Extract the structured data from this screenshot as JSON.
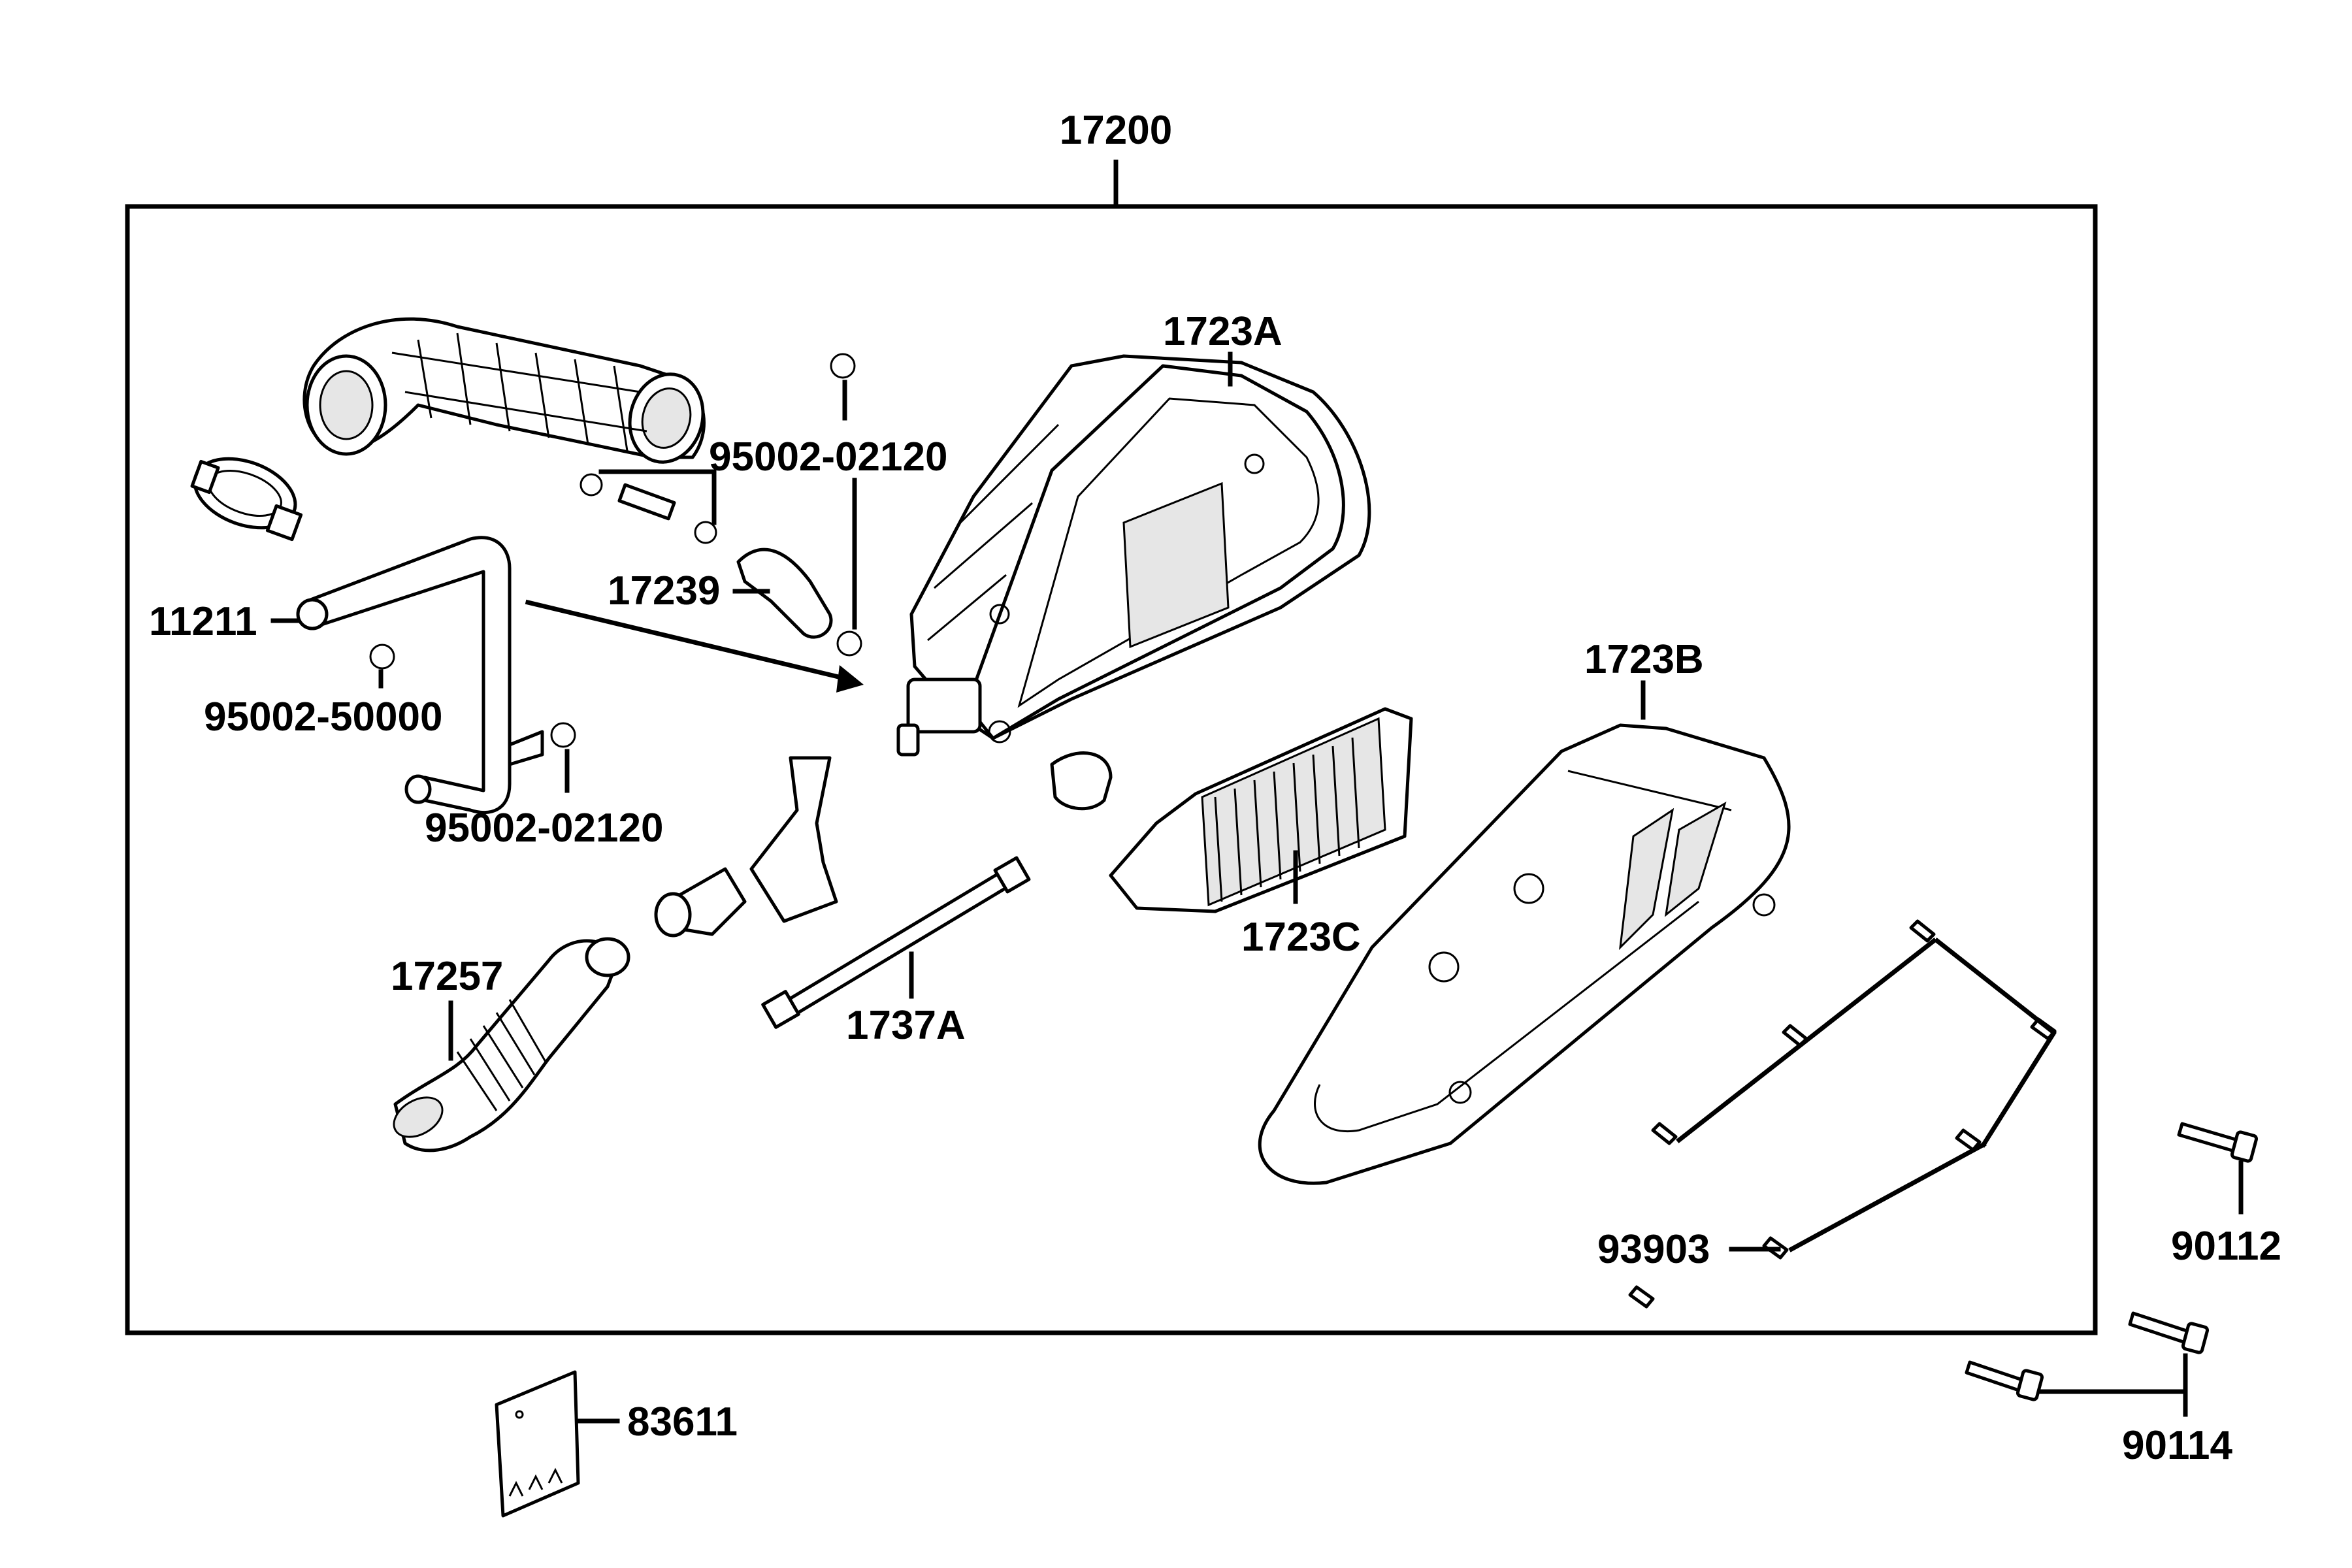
{
  "callouts": {
    "assembly": "17200",
    "case_upper": "1723A",
    "case_lower": "1723B",
    "element": "1723C",
    "clamp_upper": "95002-02120",
    "clamp_lower": "95002-02120",
    "clamp_small": "95002-50000",
    "tube": "11211",
    "hose_small": "17239",
    "duct": "17257",
    "drain_tube": "1737A",
    "screw": "93903",
    "bolt_single": "90112",
    "bolt_pair": "90114",
    "label_card": "83611"
  }
}
